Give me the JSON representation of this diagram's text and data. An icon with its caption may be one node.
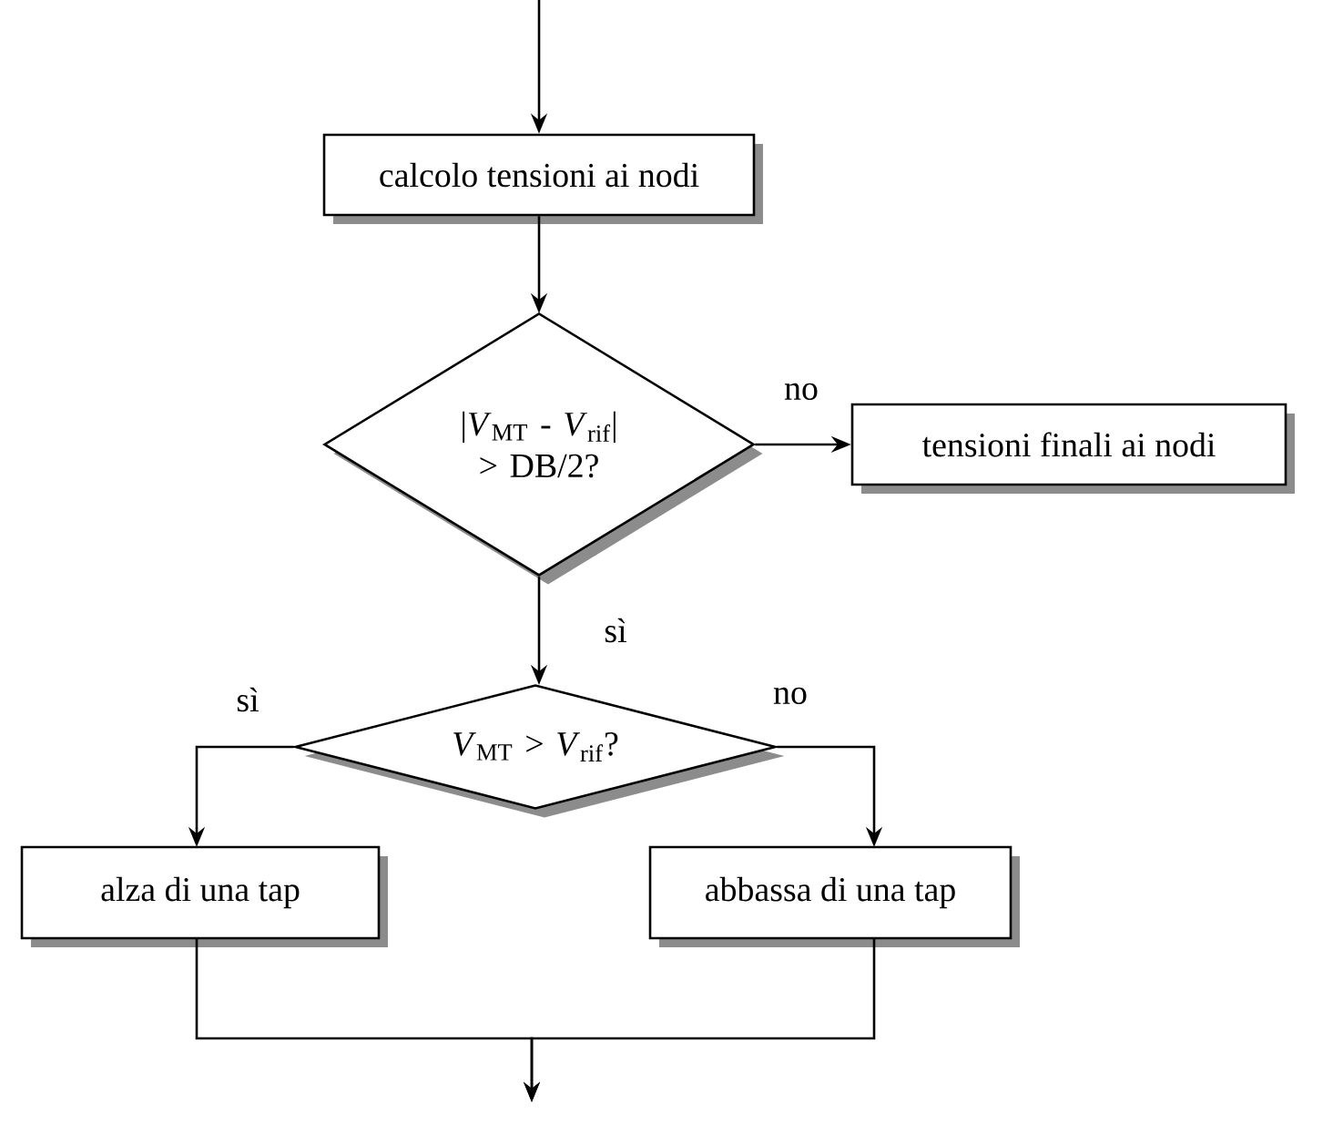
{
  "diagram": {
    "nodes": [
      {
        "text": [
          "calcolo tensioni ai nodi"
        ]
      },
      {
        "text": [
          "|*V*$_{MT}$ - *V*$_{rif}$| > DB/2?"
        ]
      },
      {
        "text": [
          "tensioni finali ai nodi"
        ]
      },
      {
        "text": [
          "*V*$_{MT}$ > *V*$_{rif}$?"
        ]
      },
      {
        "text": [
          "alza di una tap"
        ]
      },
      {
        "text": [
          "abbassa di una tap"
        ]
      }
    ],
    "edges": [
      {
        "from": null,
        "to": 0,
        "arrow": "to"
      },
      {
        "from": 0,
        "to": 1,
        "arrow": "to"
      },
      {
        "from": 1,
        "to": 2,
        "arrow": "to",
        "label": "no"
      },
      {
        "from": 1,
        "to": 3,
        "arrow": "to",
        "label": "sì"
      },
      {
        "from": 3,
        "to": 4,
        "arrow": "to",
        "label": "sì"
      },
      {
        "from": 3,
        "to": 5,
        "arrow": "to",
        "label": "no"
      },
      {
        "from": 4,
        "to": null,
        "arrow": "to"
      },
      {
        "from": 5,
        "to": null,
        "arrow": "to"
      }
    ]
  }
}
